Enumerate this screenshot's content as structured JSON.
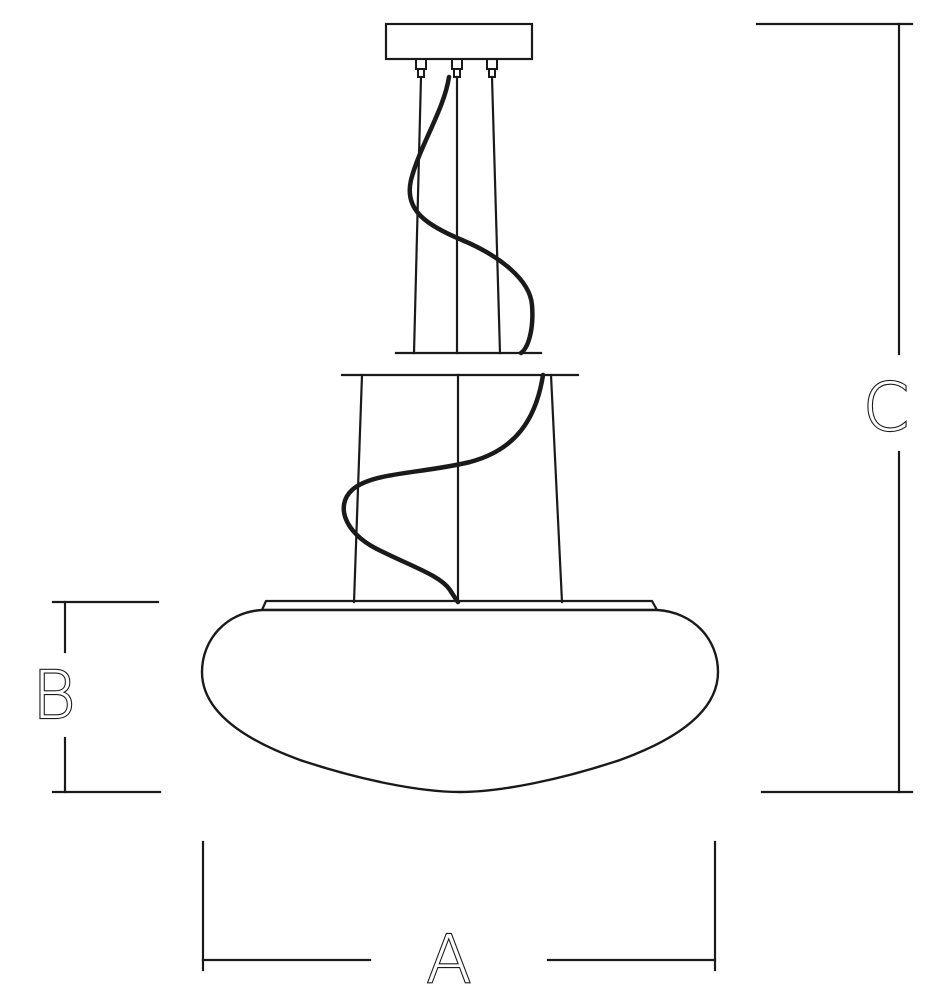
{
  "dimensions": {
    "a": {
      "label": "A"
    },
    "b": {
      "label": "B"
    },
    "c": {
      "label": "C"
    }
  }
}
